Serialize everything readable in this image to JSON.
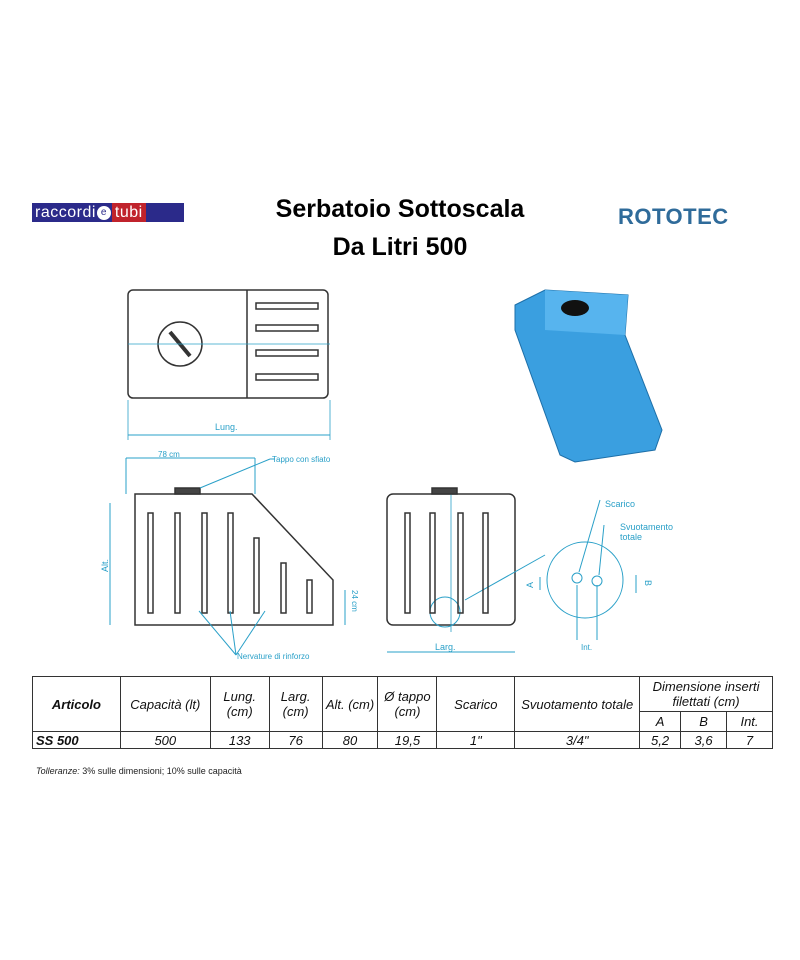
{
  "logos": {
    "left_part1": "raccordi",
    "left_e": "e",
    "left_part2": "tubi",
    "right": "ROTOTEC"
  },
  "title": {
    "line1": "Serbatoio Sottoscala",
    "line2": "Da Litri 500"
  },
  "drawing_labels": {
    "lung": "Lung.",
    "dim78": "78 cm",
    "tappo": "Tappo con sfiato",
    "alt": "Alt.",
    "dim24": "24 cm",
    "nervature": "Nervature di rinforzo",
    "larg": "Larg.",
    "scarico": "Scarico",
    "svuotamento1": "Svuotamento",
    "svuotamento2": "totale",
    "a": "A",
    "b": "B",
    "int": "Int."
  },
  "colors": {
    "tank_blue": "#3a9fe0",
    "dim_line": "#2aa0c8"
  },
  "table": {
    "headers": {
      "articolo": "Articolo",
      "capacita": "Capacità (lt)",
      "lung": "Lung. (cm)",
      "larg": "Larg. (cm)",
      "alt": "Alt. (cm)",
      "tappo": "Ø tappo (cm)",
      "scarico": "Scarico",
      "svuotamento": "Svuotamento totale",
      "inserti": "Dimensione inserti filettati (cm)",
      "a": "A",
      "b": "B",
      "int": "Int."
    },
    "row": {
      "articolo": "SS 500",
      "capacita": "500",
      "lung": "133",
      "larg": "76",
      "alt": "80",
      "tappo": "19,5",
      "scarico": "1\"",
      "svuotamento": "3/4\"",
      "a": "5,2",
      "b": "3,6",
      "int": "7"
    }
  },
  "note": {
    "label": "Tolleranze:",
    "text": " 3% sulle dimensioni; 10% sulle capacità"
  }
}
